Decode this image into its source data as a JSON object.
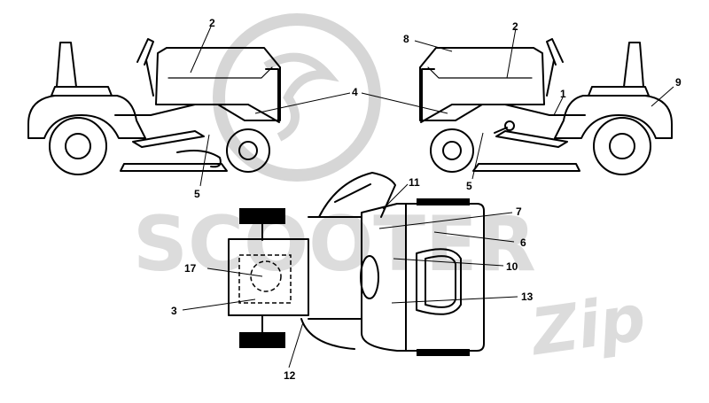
{
  "watermark": {
    "brand_main": "SCOOTER",
    "brand_script": "Zip"
  },
  "callouts": {
    "c1": "1",
    "c2_left": "2",
    "c2_right": "2",
    "c3": "3",
    "c4": "4",
    "c5_left": "5",
    "c5_right": "5",
    "c6": "6",
    "c7": "7",
    "c8": "8",
    "c9": "9",
    "c10": "10",
    "c11": "11",
    "c12": "12",
    "c13": "13",
    "c17": "17"
  }
}
